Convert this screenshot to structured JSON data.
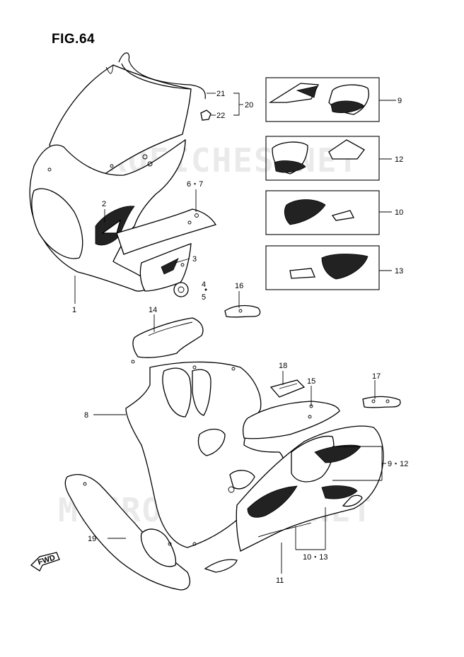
{
  "figure": {
    "title": "FIG.64",
    "watermark": "MICROFICHES.NET"
  },
  "callouts": {
    "c1": "1",
    "c2": "2",
    "c3": "3",
    "c4": "4",
    "c5": "5",
    "c67": "6・7",
    "c8": "8",
    "c9": "9",
    "c912": "9・12",
    "c10": "10",
    "c1013": "10・13",
    "c11": "11",
    "c12": "12",
    "c13": "13",
    "c14": "14",
    "c15": "15",
    "c16": "16",
    "c17": "17",
    "c18": "18",
    "c19": "19",
    "c20": "20",
    "c21": "21",
    "c22": "22"
  },
  "fwd_label": "FWD",
  "colors": {
    "line": "#000000",
    "background": "#ffffff",
    "watermark": "#b4b4b4"
  }
}
